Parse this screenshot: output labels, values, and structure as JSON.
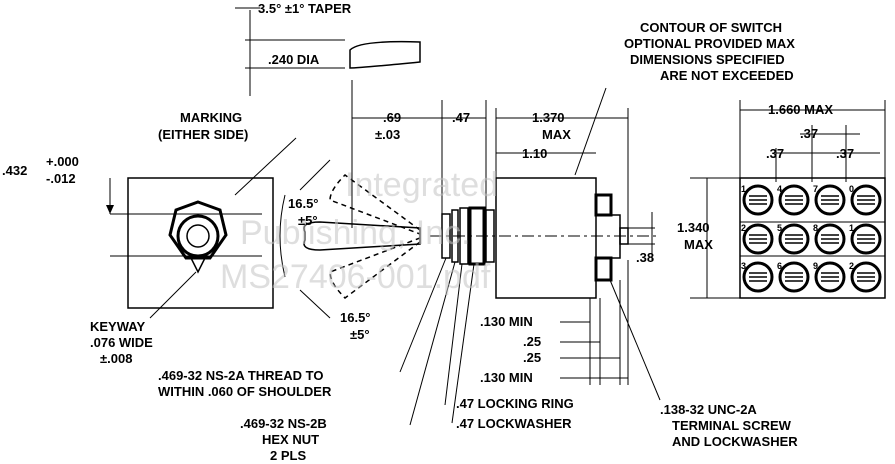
{
  "labels": {
    "taper": "3.5° ±1° TAPER",
    "dia": ".240 DIA",
    "contour_1": "CONTOUR OF SWITCH",
    "contour_2": "OPTIONAL PROVIDED MAX",
    "contour_3": "DIMENSIONS SPECIFIED",
    "contour_4": "ARE NOT EXCEEDED",
    "marking_1": "MARKING",
    "marking_2": "(EITHER SIDE)",
    "d_069": ".69",
    "d_069_tol": "±.03",
    "d_047_top": ".47",
    "d_1370": "1.370",
    "d_1370_max": "MAX",
    "d_110": "1.10",
    "d_1660": "1.660 MAX",
    "d_037_mid": ".37",
    "d_037_left": ".37",
    "d_037_right": ".37",
    "d_432": ".432",
    "tol_plus": "+.000",
    "tol_minus": "-.012",
    "angle_top": "16.5°",
    "angle_top_tol": "±5°",
    "angle_bot": "16.5°",
    "angle_bot_tol": "±5°",
    "d_1340": "1.340",
    "d_1340_max": "MAX",
    "d_038": ".38",
    "keyway_1": "KEYWAY",
    "keyway_2": ".076 WIDE",
    "keyway_3": "±.008",
    "min_130_top": ".130 MIN",
    "d_025_a": ".25",
    "d_025_b": ".25",
    "min_130_bot": ".130 MIN",
    "terminal_1": ".138-32 UNC-2A",
    "terminal_2": "TERMINAL SCREW",
    "terminal_3": "AND LOCKWASHER",
    "thread_1": ".469-32 NS-2A THREAD TO",
    "thread_2": "WITHIN .060 OF SHOULDER",
    "locking_ring": ".47 LOCKING RING",
    "lockwasher": ".47 LOCKWASHER",
    "hexnut_1": ".469-32 NS-2B",
    "hexnut_2": "HEX NUT",
    "hexnut_3": "2 PLS"
  },
  "terminal_numbers": [
    "1",
    "4",
    "7",
    "0",
    "2",
    "5",
    "8",
    "1",
    "3",
    "6",
    "9",
    "2"
  ],
  "watermark": {
    "line1": "Integrated",
    "line2": "Publishing, Inc.",
    "line3": "MS27406-001.pdf"
  }
}
